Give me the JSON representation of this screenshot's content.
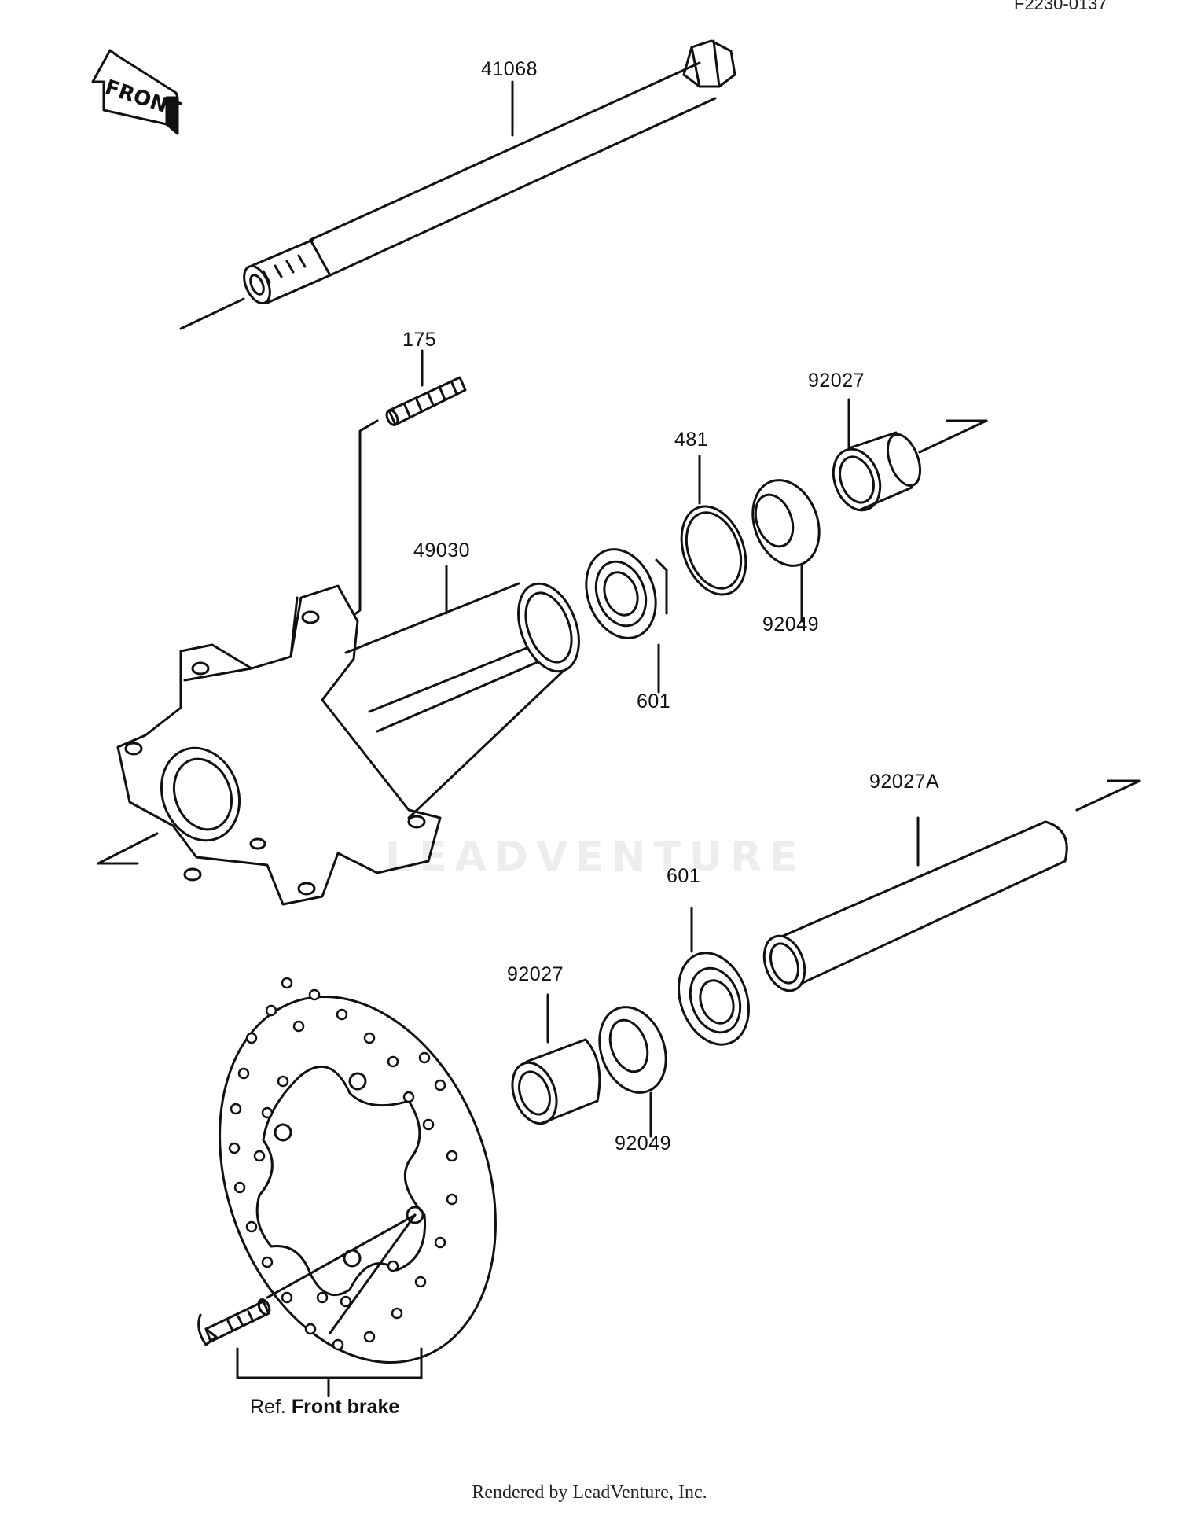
{
  "figure_code": "F2230-0137",
  "front_arrow_label": "FRONT",
  "parts": [
    {
      "id": "p41068",
      "number": "41068"
    },
    {
      "id": "p175",
      "number": "175"
    },
    {
      "id": "p92027_top",
      "number": "92027"
    },
    {
      "id": "p481",
      "number": "481"
    },
    {
      "id": "p49030",
      "number": "49030"
    },
    {
      "id": "p92049_top",
      "number": "92049"
    },
    {
      "id": "p601_top",
      "number": "601"
    },
    {
      "id": "p92027A",
      "number": "92027A"
    },
    {
      "id": "p601_bottom",
      "number": "601"
    },
    {
      "id": "p92027_bottom",
      "number": "92027"
    },
    {
      "id": "p92049_bottom",
      "number": "92049"
    }
  ],
  "reference": {
    "prefix": "Ref.",
    "text": "Front brake"
  },
  "watermark": "LEADVENTURE",
  "footer": "Rendered by LeadVenture, Inc."
}
